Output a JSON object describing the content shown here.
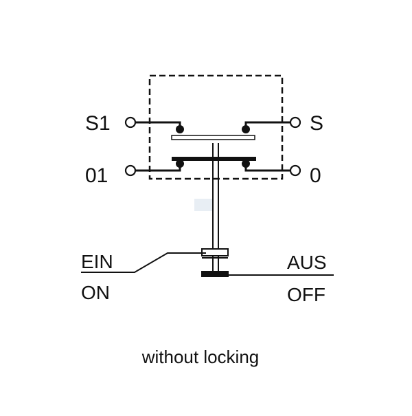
{
  "diagram": {
    "terminals": {
      "top_left": "S1",
      "top_right": "S",
      "bottom_left": "01",
      "bottom_right": "0"
    },
    "actuator_labels": {
      "left_top": "EIN",
      "left_bottom": "ON",
      "right_top": "AUS",
      "right_bottom": "OFF"
    },
    "caption": "without locking"
  },
  "colors": {
    "ink": "#111111",
    "background": "#ffffff"
  }
}
